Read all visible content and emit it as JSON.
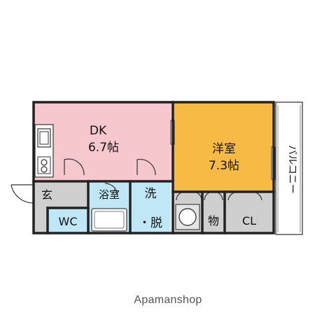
{
  "colors": {
    "dk": "#f6c7cd",
    "western_room": "#f7bb45",
    "wet_area": "#bfe7f6",
    "storage": "#cfcfcf",
    "entrance": "#cfcfcf",
    "balcony": "#ffffff",
    "wall": "#222222"
  },
  "rooms": {
    "dk": {
      "name": "DK",
      "size": "6.7帖"
    },
    "western": {
      "name": "洋室",
      "size": "7.3帖"
    },
    "bath": {
      "name": "浴室"
    },
    "washroom": {
      "line1": "洗",
      "line2": "・脱"
    },
    "entrance": {
      "name": "玄"
    },
    "toilet": {
      "name": "WC"
    },
    "storage": {
      "name": "物"
    },
    "closet": {
      "name": "CL"
    },
    "balcony": {
      "name": "バルコニー"
    }
  },
  "icons": [
    "kitchen-sink-icon",
    "stove-burners-icon",
    "bathtub-icon",
    "washing-machine-icon"
  ],
  "watermark": "Apamanshop"
}
